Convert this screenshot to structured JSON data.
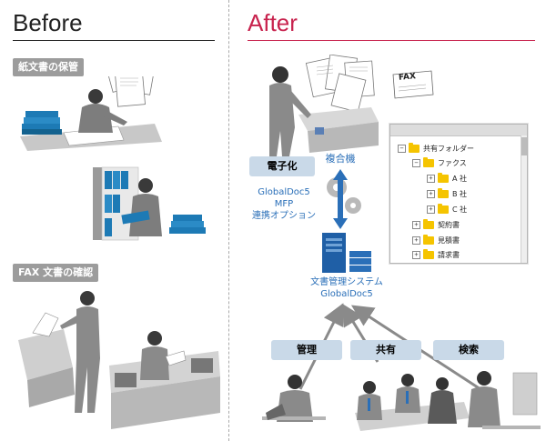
{
  "before": {
    "heading": "Before",
    "paper_label": "紙文書の保管",
    "fax_label": "FAX 文書の確認"
  },
  "after": {
    "heading": "After",
    "fax_sheet": "FAX",
    "mfp_label": "複合機",
    "digitize_label": "電子化",
    "option_label_line1": "GlobalDoc5 MFP",
    "option_label_line2": "連携オプション",
    "system_label_line1": "文書管理システム",
    "system_label_line2": "GlobalDoc5",
    "functions": [
      "管理",
      "共有",
      "検索"
    ]
  },
  "folder_tree": [
    {
      "toggle": "−",
      "label": "共有フォルダー",
      "level": 0
    },
    {
      "toggle": "−",
      "label": "ファクス",
      "level": 1
    },
    {
      "toggle": "+",
      "label": "A 社",
      "level": 2
    },
    {
      "toggle": "+",
      "label": "B 社",
      "level": 2
    },
    {
      "toggle": "+",
      "label": "C 社",
      "level": 2
    },
    {
      "toggle": "+",
      "label": "契約書",
      "level": 1
    },
    {
      "toggle": "+",
      "label": "見積書",
      "level": 1
    },
    {
      "toggle": "+",
      "label": "請求書",
      "level": 1
    }
  ],
  "colors": {
    "before_rule": "#222222",
    "after_accent": "#c8234e",
    "label_gray": "#9c9c9c",
    "label_blue": "#c9d9e8",
    "arrow_blue": "#2a6fb8",
    "figure_gray": "#8a8a8a",
    "figure_dark": "#3a3a3a",
    "binder_blue": "#1d7ab5",
    "folder_yellow": "#f5c400"
  }
}
